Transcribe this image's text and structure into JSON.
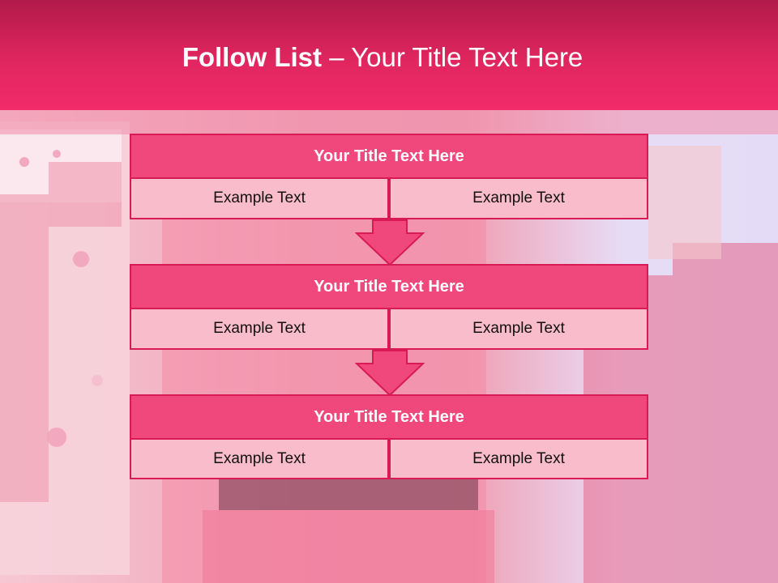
{
  "slide": {
    "title_bold": "Follow List",
    "title_rest": " – Your Title Text Here"
  },
  "blocks": [
    {
      "title": "Your Title Text Here",
      "left_text": "Example Text",
      "right_text": "Example Text"
    },
    {
      "title": "Your Title Text Here",
      "left_text": "Example Text",
      "right_text": "Example Text"
    },
    {
      "title": "Your Title Text Here",
      "left_text": "Example Text",
      "right_text": "Example Text"
    }
  ],
  "colors": {
    "header_accent": "#f22b6b",
    "block_title_fill": "#f0487c",
    "cell_fill": "#f9bccb",
    "border": "#d81b55"
  }
}
